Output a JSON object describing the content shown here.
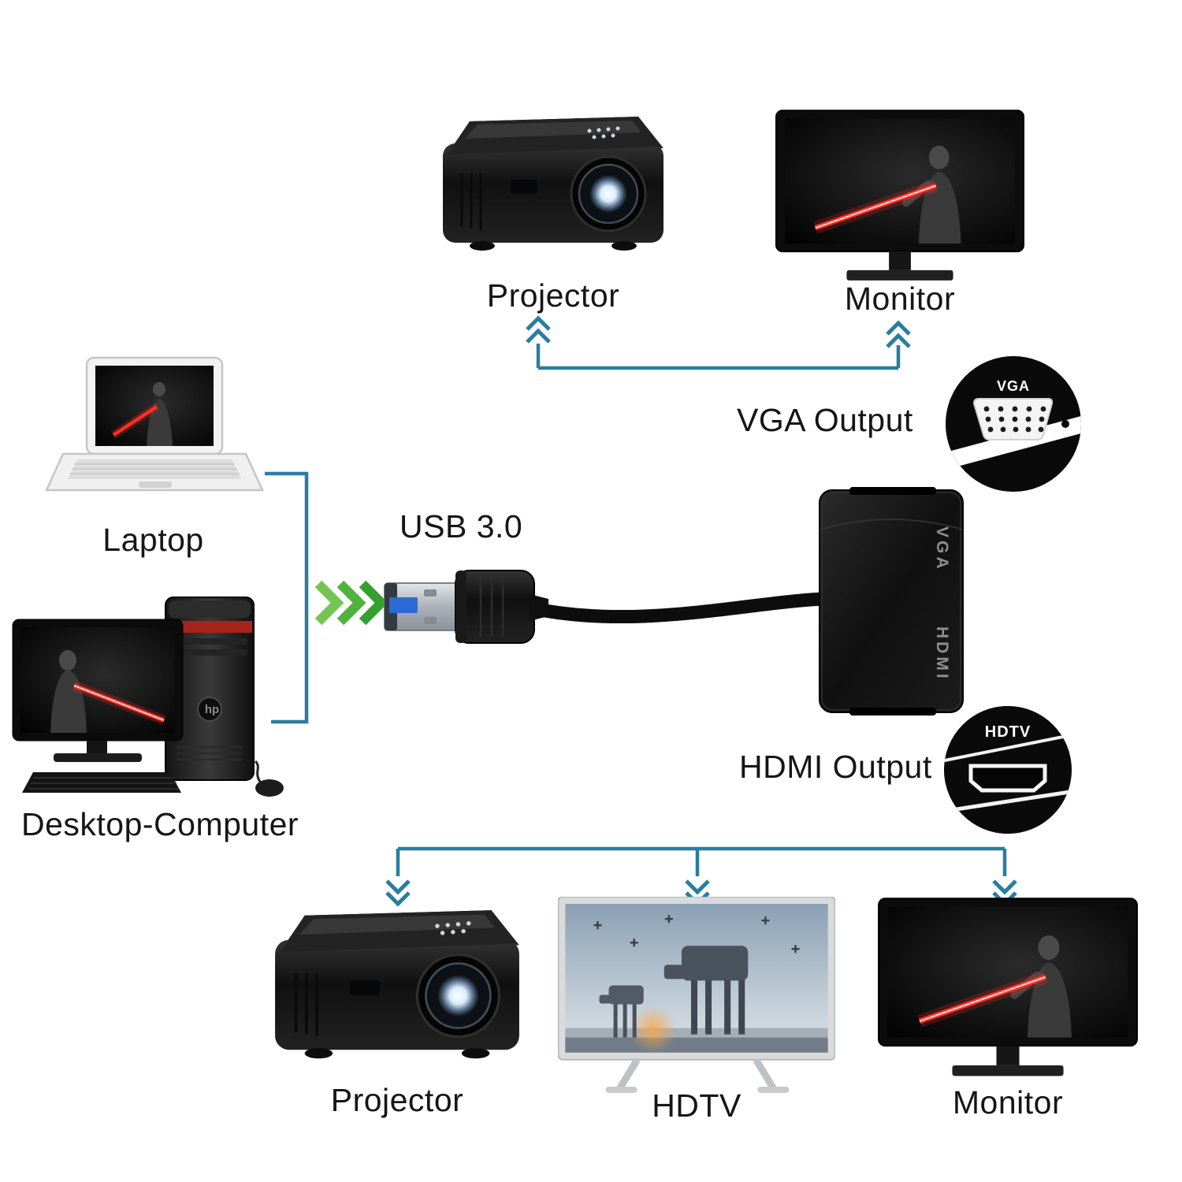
{
  "labels": {
    "top_projector": "Projector",
    "top_monitor": "Monitor",
    "vga_output": "VGA Output",
    "laptop": "Laptop",
    "usb": "USB 3.0",
    "desktop": "Desktop-Computer",
    "hdmi_output": "HDMI Output",
    "bottom_projector": "Projector",
    "bottom_hdtv": "HDTV",
    "bottom_monitor": "Monitor"
  },
  "adapter": {
    "vga_port_label": "VGA",
    "hdmi_port_label": "HDMI"
  },
  "connector_badges": {
    "vga": "VGA",
    "hdmi": "HDTV"
  },
  "desktop_tower_logo": "hp",
  "colors": {
    "background": "#ffffff",
    "connection_line": "#2a7d9f",
    "arrow_green": "#4fb33a",
    "label_text": "#161616",
    "adapter_text": "#8e8e8e",
    "lightsaber_red": "#ff2d23"
  }
}
